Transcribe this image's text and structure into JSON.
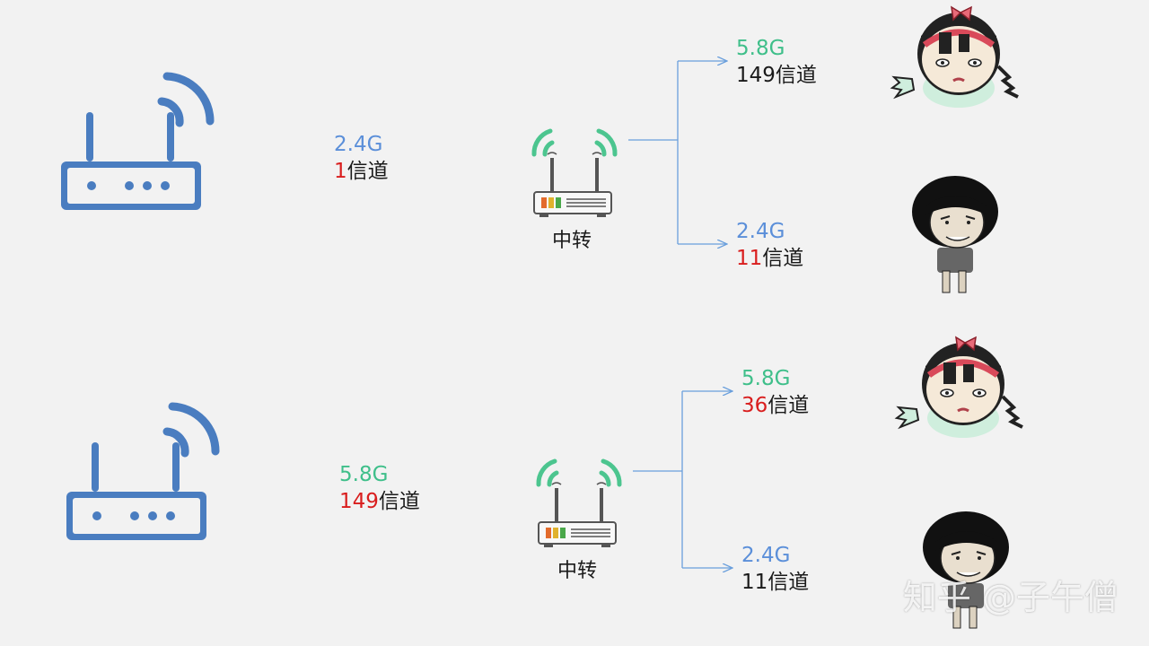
{
  "colors": {
    "router_blue": "#4a7dc0",
    "wave_green": "#4cc58f",
    "arrow_blue": "#6a9fdc",
    "label_blue": "#5b8fd9",
    "label_green": "#3fbf8a",
    "label_red": "#d91e1e",
    "background": "#f2f2f2"
  },
  "icons": {
    "main_router": "router-icon",
    "relay": "repeater-icon",
    "client_girl": "cartoon-girl-pointing-icon",
    "client_boy": "cartoon-boy-icon"
  },
  "scenario_top": {
    "uplink_band": "2.4G",
    "uplink_channel_num": "1",
    "uplink_channel_text": "信道",
    "relay_label": "中转",
    "out_a_band": "5.8G",
    "out_a_channel_num": "149",
    "out_a_channel_text": "信道",
    "out_b_band": "2.4G",
    "out_b_channel_num": "11",
    "out_b_channel_text": "信道"
  },
  "scenario_bottom": {
    "uplink_band": "5.8G",
    "uplink_channel_num": "149",
    "uplink_channel_text": "信道",
    "relay_label": "中转",
    "out_a_band": "5.8G",
    "out_a_channel_num": "36",
    "out_a_channel_text": "信道",
    "out_b_band": "2.4G",
    "out_b_channel_num": "11",
    "out_b_channel_text": "信道"
  },
  "watermark": "知乎 @子午僧"
}
